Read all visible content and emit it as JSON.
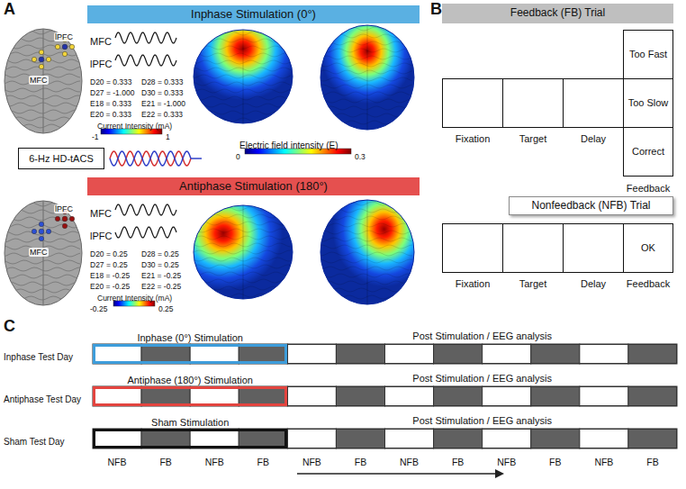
{
  "diagram": {
    "nodes": [
      {
        "text": [
          "Inphase Stimulation (0°)"
        ]
      },
      {
        "text": [
          "6-Hz HD-tACS"
        ]
      },
      {
        "text": [
          "Antiphase Stimulation (180°)"
        ]
      },
      {
        "text": [
          "Feedback (FB) Trial"
        ]
      },
      {
        "text": [
          "Fixation"
        ]
      },
      {
        "text": [
          "Target"
        ]
      },
      {
        "text": [
          "Delay"
        ]
      },
      {
        "text": [
          "Feedback"
        ]
      },
      {
        "text": [
          "Too Fast"
        ],
        "in": 7
      },
      {
        "text": [
          "Too Slow"
        ],
        "in": 7
      },
      {
        "text": [
          "Correct"
        ],
        "in": 7
      },
      {
        "text": [
          "Nonfeedback (NFB) Trial"
        ]
      },
      {
        "text": [
          "Fixation"
        ]
      },
      {
        "text": [
          "Target"
        ]
      },
      {
        "text": [
          "Delay"
        ]
      },
      {
        "text": [
          "OK",
          "Feedback"
        ]
      },
      {
        "text": [
          "Inphase (0°) Stimulation"
        ]
      },
      {
        "text": [
          "Post Stimulation / EEG analysis"
        ]
      },
      {
        "text": [
          "Antiphase (180°) Stimulation"
        ]
      },
      {
        "text": [
          "Post Stimulation / EEG analysis"
        ]
      },
      {
        "text": [
          "Sham Stimulation"
        ]
      },
      {
        "text": [
          "Post Stimulation / EEG analysis"
        ]
      }
    ],
    "labels": [
      "A",
      "MFC",
      "lPFC",
      "MFC",
      "lPFC",
      "D20 = 0.333",
      "D28 = 0.333",
      "D27 = -1.000",
      "D30 = 0.333",
      "E18 = 0.333",
      "E21 = -1.000",
      "E20 = 0.333",
      "E22 = 0.333",
      "Current Intensity (mA)",
      "-1",
      "1",
      "Electric field intensity (E)",
      "0",
      "0.3",
      "MFC",
      "lPFC",
      "MFC",
      "lPFC",
      "D20 = 0.25",
      "D28 = 0.25",
      "D27 = 0.25",
      "D30 = 0.25",
      "E18 = -0.25",
      "E21 = -0.25",
      "E20 = -0.25",
      "E22 = -0.25",
      "Current Intensity (mA)",
      "-0.25",
      "0.25",
      "B",
      "C",
      "Inphase Test Day",
      "Antiphase Test Day",
      "Sham Test Day",
      "NFB",
      "FB",
      "NFB",
      "FB",
      "NFB",
      "FB",
      "NFB",
      "FB",
      "NFB",
      "FB",
      "NFB",
      "FB"
    ]
  }
}
